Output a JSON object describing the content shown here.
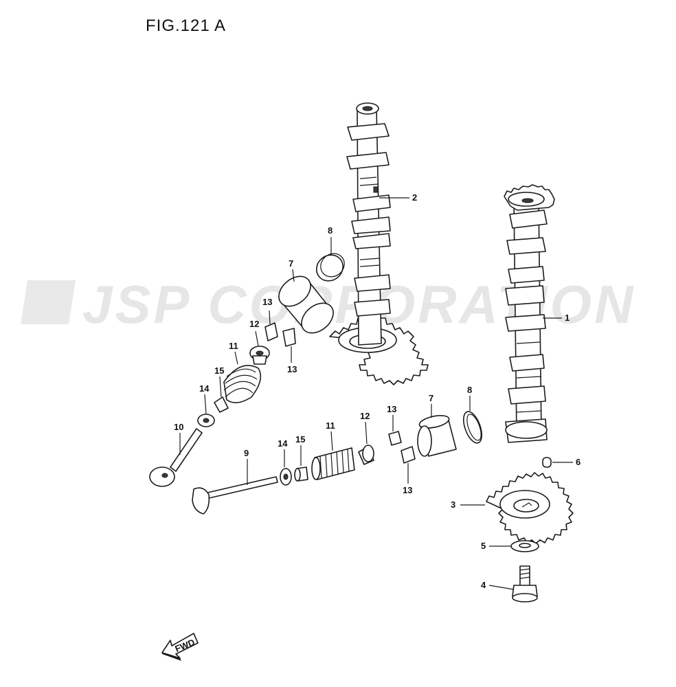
{
  "figure": {
    "title": "FIG.121 A"
  },
  "watermark": {
    "text": "JSP CORPORATION",
    "color": "#e6e6e6"
  },
  "callouts": {
    "c1": "1",
    "c2": "2",
    "c3": "3",
    "c4": "4",
    "c5": "5",
    "c6": "6",
    "c7a": "7",
    "c7b": "7",
    "c8a": "8",
    "c8b": "8",
    "c9": "9",
    "c10": "10",
    "c11a": "11",
    "c11b": "11",
    "c12a": "12",
    "c12b": "12",
    "c13a": "13",
    "c13b": "13",
    "c13c": "13",
    "c13d": "13",
    "c14a": "14",
    "c14b": "14",
    "c15a": "15",
    "c15b": "15"
  },
  "fwd_arrow": {
    "label": "FWD"
  },
  "colors": {
    "line": "#1a1a1a",
    "background": "#ffffff"
  }
}
